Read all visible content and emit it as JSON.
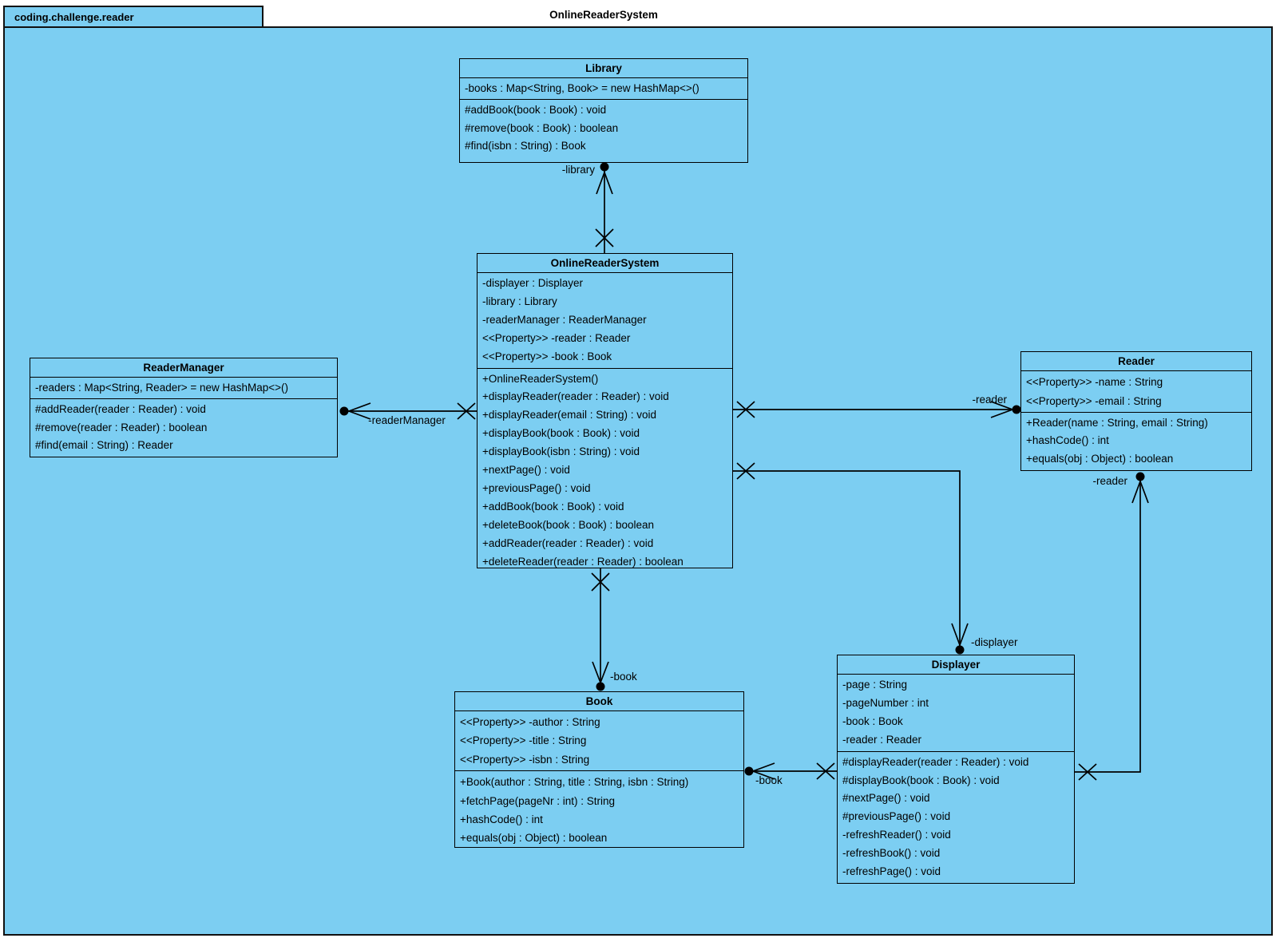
{
  "window": {
    "package_tab": "coding.challenge.reader",
    "diagram_title": "OnlineReaderSystem"
  },
  "colors": {
    "canvas_fill": "#7CCEF2",
    "line": "#000000",
    "background": "#FFFFFF"
  },
  "classes": [
    {
      "name": "Library",
      "attributes": [
        "-books : Map<String, Book> = new HashMap<>()"
      ],
      "methods": [
        "#addBook(book : Book) : void",
        "#remove(book : Book) : boolean",
        "#find(isbn : String) : Book"
      ]
    },
    {
      "name": "OnlineReaderSystem",
      "attributes": [
        "-displayer : Displayer",
        "-library : Library",
        "-readerManager : ReaderManager",
        "<<Property>> -reader : Reader",
        "<<Property>> -book : Book"
      ],
      "methods": [
        "+OnlineReaderSystem()",
        "+displayReader(reader : Reader) : void",
        "+displayReader(email : String) : void",
        "+displayBook(book : Book) : void",
        "+displayBook(isbn : String) : void",
        "+nextPage() : void",
        "+previousPage() : void",
        "+addBook(book : Book) : void",
        "+deleteBook(book : Book) : boolean",
        "+addReader(reader : Reader) : void",
        "+deleteReader(reader : Reader) : boolean"
      ]
    },
    {
      "name": "ReaderManager",
      "attributes": [
        "-readers : Map<String, Reader> = new HashMap<>()"
      ],
      "methods": [
        "#addReader(reader : Reader) : void",
        "#remove(reader : Reader) : boolean",
        "#find(email : String) : Reader"
      ]
    },
    {
      "name": "Reader",
      "attributes": [
        "<<Property>> -name : String",
        "<<Property>> -email : String"
      ],
      "methods": [
        "+Reader(name : String, email : String)",
        "+hashCode() : int",
        "+equals(obj : Object) : boolean"
      ]
    },
    {
      "name": "Book",
      "attributes": [
        "<<Property>> -author : String",
        "<<Property>> -title : String",
        "<<Property>> -isbn : String"
      ],
      "methods": [
        "+Book(author : String, title : String, isbn : String)",
        "+fetchPage(pageNr : int) : String",
        "+hashCode() : int",
        "+equals(obj : Object) : boolean"
      ]
    },
    {
      "name": "Displayer",
      "attributes": [
        "-page : String",
        "-pageNumber : int",
        "-book : Book",
        "-reader : Reader"
      ],
      "methods": [
        "#displayReader(reader : Reader) : void",
        "#displayBook(book : Book) : void",
        "#nextPage() : void",
        "#previousPage() : void",
        "-refreshReader() : void",
        "-refreshBook() : void",
        "-refreshPage() : void"
      ]
    }
  ],
  "associations": [
    {
      "label": "-library",
      "from": "OnlineReaderSystem",
      "to": "Library"
    },
    {
      "label": "-readerManager",
      "from": "OnlineReaderSystem",
      "to": "ReaderManager"
    },
    {
      "label": "-reader",
      "from": "OnlineReaderSystem",
      "to": "Reader"
    },
    {
      "label": "-displayer",
      "from": "OnlineReaderSystem",
      "to": "Displayer"
    },
    {
      "label": "-book",
      "from": "OnlineReaderSystem",
      "to": "Book"
    },
    {
      "label": "-book",
      "from": "Displayer",
      "to": "Book"
    },
    {
      "label": "-reader",
      "from": "Displayer",
      "to": "Reader"
    }
  ]
}
